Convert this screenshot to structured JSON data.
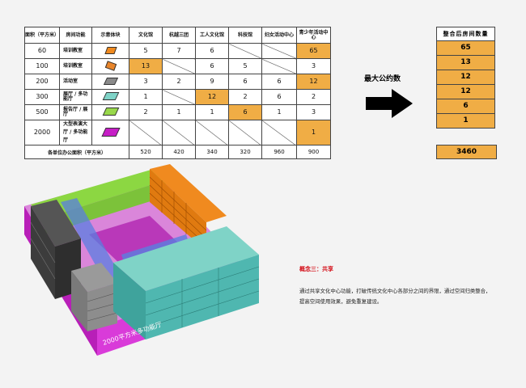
{
  "table": {
    "headers": [
      "面积（平方米）",
      "房间功能",
      "示意体块",
      "文化馆",
      "杭越三团",
      "工人文化馆",
      "科技馆",
      "妇女活动中心",
      "青少年活动中心"
    ],
    "rows": [
      {
        "area": "60",
        "function": "培训教室",
        "swatch_color": "#f08a1f",
        "values": [
          "5",
          "7",
          "6",
          "",
          "",
          "65"
        ],
        "highlight": [
          5
        ]
      },
      {
        "area": "100",
        "function": "培训教室",
        "swatch_color": "#e9852a",
        "values": [
          "13",
          "",
          "6",
          "5",
          "",
          "3"
        ],
        "highlight": [
          0
        ]
      },
      {
        "area": "200",
        "function": "活动室",
        "swatch_color": "#8a8a8a",
        "values": [
          "3",
          "2",
          "9",
          "6",
          "6",
          "12"
        ],
        "highlight": [
          5
        ]
      },
      {
        "area": "300",
        "function": "展厅 / 多功能厅",
        "swatch_color": "#7fd3c7",
        "values": [
          "1",
          "",
          "12",
          "2",
          "6",
          "2"
        ],
        "highlight": [
          2
        ]
      },
      {
        "area": "500",
        "function": "报告厅 / 展厅",
        "swatch_color": "#98d84a",
        "values": [
          "2",
          "1",
          "1",
          "6",
          "1",
          "3"
        ],
        "highlight": [
          3
        ]
      },
      {
        "area": "2000",
        "function": "大型表演大厅 / 多功能厅",
        "swatch_color": "#c61ec6",
        "values": [
          "",
          "",
          "",
          "",
          "",
          "1"
        ],
        "highlight": [
          5
        ]
      }
    ],
    "total_label": "各单位办公面积（平方米）",
    "totals": [
      "520",
      "420",
      "340",
      "320",
      "960",
      "900"
    ]
  },
  "right_column": {
    "header": "整合后房间数量",
    "values": [
      "65",
      "13",
      "12",
      "12",
      "6",
      "1"
    ],
    "total": "3460"
  },
  "gcd_label": "最大公约数",
  "diagram": {
    "base_label": "2000平方米多功能厅"
  },
  "concept": {
    "title": "概念三：共享",
    "text": "通过共享文化中心功能，打破传统文化中心各部分之间的界限，通过空间归类整合，提高空间使用效果，避免重复建设。"
  },
  "colors": {
    "orange": "#f0ad45",
    "magenta": "#c61ec6",
    "teal": "#4fb7b0",
    "green": "#8cd742",
    "dark": "#3c3c3c",
    "gray": "#8d8d8d",
    "blue": "#5a7ee0"
  }
}
